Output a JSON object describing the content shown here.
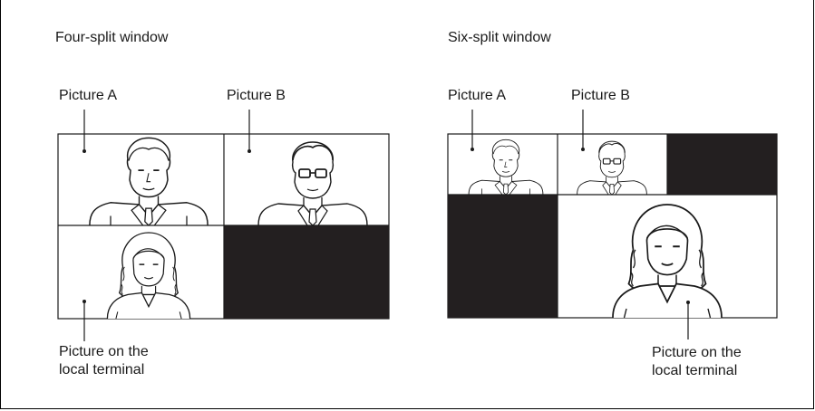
{
  "four_split": {
    "title": "Four-split window",
    "picture_a_label": "Picture A",
    "picture_b_label": "Picture B",
    "local_label": "Picture on the\nlocal terminal"
  },
  "six_split": {
    "title": "Six-split window",
    "picture_a_label": "Picture A",
    "picture_b_label": "Picture B",
    "local_label": "Picture on the\nlocal terminal"
  },
  "colors": {
    "line": "#1a1a1a",
    "black_cell": "#231f20",
    "background": "#ffffff"
  },
  "icons": [
    "man-portrait-icon",
    "man-glasses-portrait-icon",
    "woman-portrait-icon"
  ]
}
